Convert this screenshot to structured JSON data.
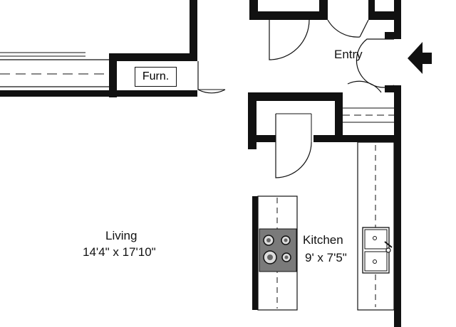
{
  "rooms": {
    "entry": {
      "name": "Entry"
    },
    "living": {
      "name": "Living",
      "dimensions": "14'4\" x 17'10\""
    },
    "kitchen": {
      "name": "Kitchen",
      "dimensions": "9' x 7'5\""
    }
  },
  "fixtures": {
    "furnace": {
      "label": "Furn."
    }
  },
  "colors": {
    "wall": "#111111",
    "cooktop": "#7a7a7a",
    "background": "#ffffff"
  },
  "icons": {
    "entry_marker": "entry-arrow-icon",
    "cooktop": "cooktop-icon",
    "sink": "double-sink-icon"
  }
}
